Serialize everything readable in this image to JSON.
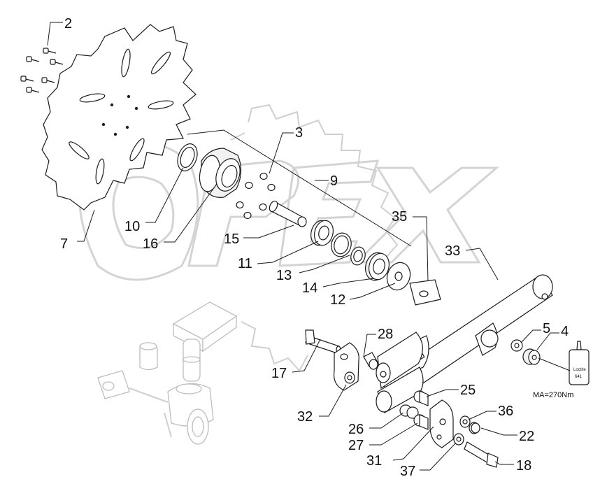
{
  "diagram": {
    "callouts": [
      "2",
      "3",
      "4",
      "5",
      "7",
      "9",
      "10",
      "11",
      "12",
      "13",
      "14",
      "15",
      "16",
      "17",
      "18",
      "22",
      "25",
      "26",
      "27",
      "28",
      "31",
      "32",
      "33",
      "35",
      "36",
      "37"
    ],
    "torque_note": "MA=270Nm",
    "threadlocker_brand": "Loctite",
    "threadlocker_code": "641"
  },
  "watermark": "OPEX"
}
